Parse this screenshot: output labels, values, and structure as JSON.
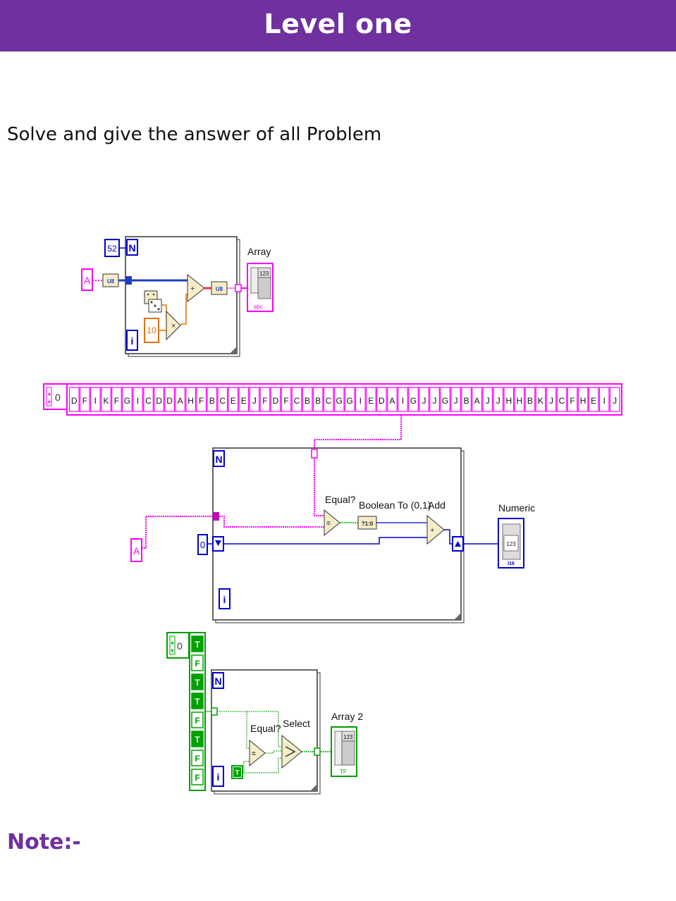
{
  "header": {
    "title": "Level one"
  },
  "instruction": "Solve and give the answer of all Problem",
  "note": "Note:-",
  "colors": {
    "header_bg": "#7030a0",
    "string_pink": "#ff00ff",
    "numeric_blue": "#0000cc",
    "boolean_green": "#00a000",
    "int_orange": "#e07000",
    "u8_blue": "#1f3fbf"
  },
  "diagram1": {
    "count_const": "52",
    "n_label": "N",
    "i_label": "i",
    "string_const": "A",
    "multiplier_const": "10",
    "indicator_label": "Array",
    "indicator_type": "abc",
    "u8_badge": "U8",
    "random_icon": "dice-icon"
  },
  "diagram2": {
    "index_value": "0",
    "array_letters": [
      "D",
      "F",
      "I",
      "K",
      "F",
      "G",
      "I",
      "C",
      "D",
      "D",
      "A",
      "H",
      "F",
      "B",
      "C",
      "E",
      "E",
      "J",
      "F",
      "D",
      "F",
      "C",
      "B",
      "B",
      "C",
      "G",
      "G",
      "I",
      "E",
      "D",
      "A",
      "I",
      "G",
      "J",
      "J",
      "G",
      "J",
      "B",
      "A",
      "J",
      "J",
      "H",
      "H",
      "B",
      "K",
      "J",
      "C",
      "F",
      "H",
      "E",
      "I",
      "J"
    ],
    "string_const": "A",
    "init_const": "0",
    "n_label": "N",
    "i_label": "i",
    "equal_label": "Equal?",
    "bool_label": "Boolean To (0,1)",
    "bool_node": "?1:0",
    "add_label": "Add",
    "indicator_label": "Numeric",
    "indicator_value": "123",
    "indicator_type": "I16"
  },
  "diagram3": {
    "index_value": "0",
    "bool_array": [
      "T",
      "F",
      "T",
      "T",
      "F",
      "T",
      "F",
      "F"
    ],
    "n_label": "N",
    "i_label": "i",
    "equal_label": "Equal?",
    "select_label": "Select",
    "true_const": "T",
    "indicator_label": "Array 2",
    "indicator_type": "TF"
  }
}
